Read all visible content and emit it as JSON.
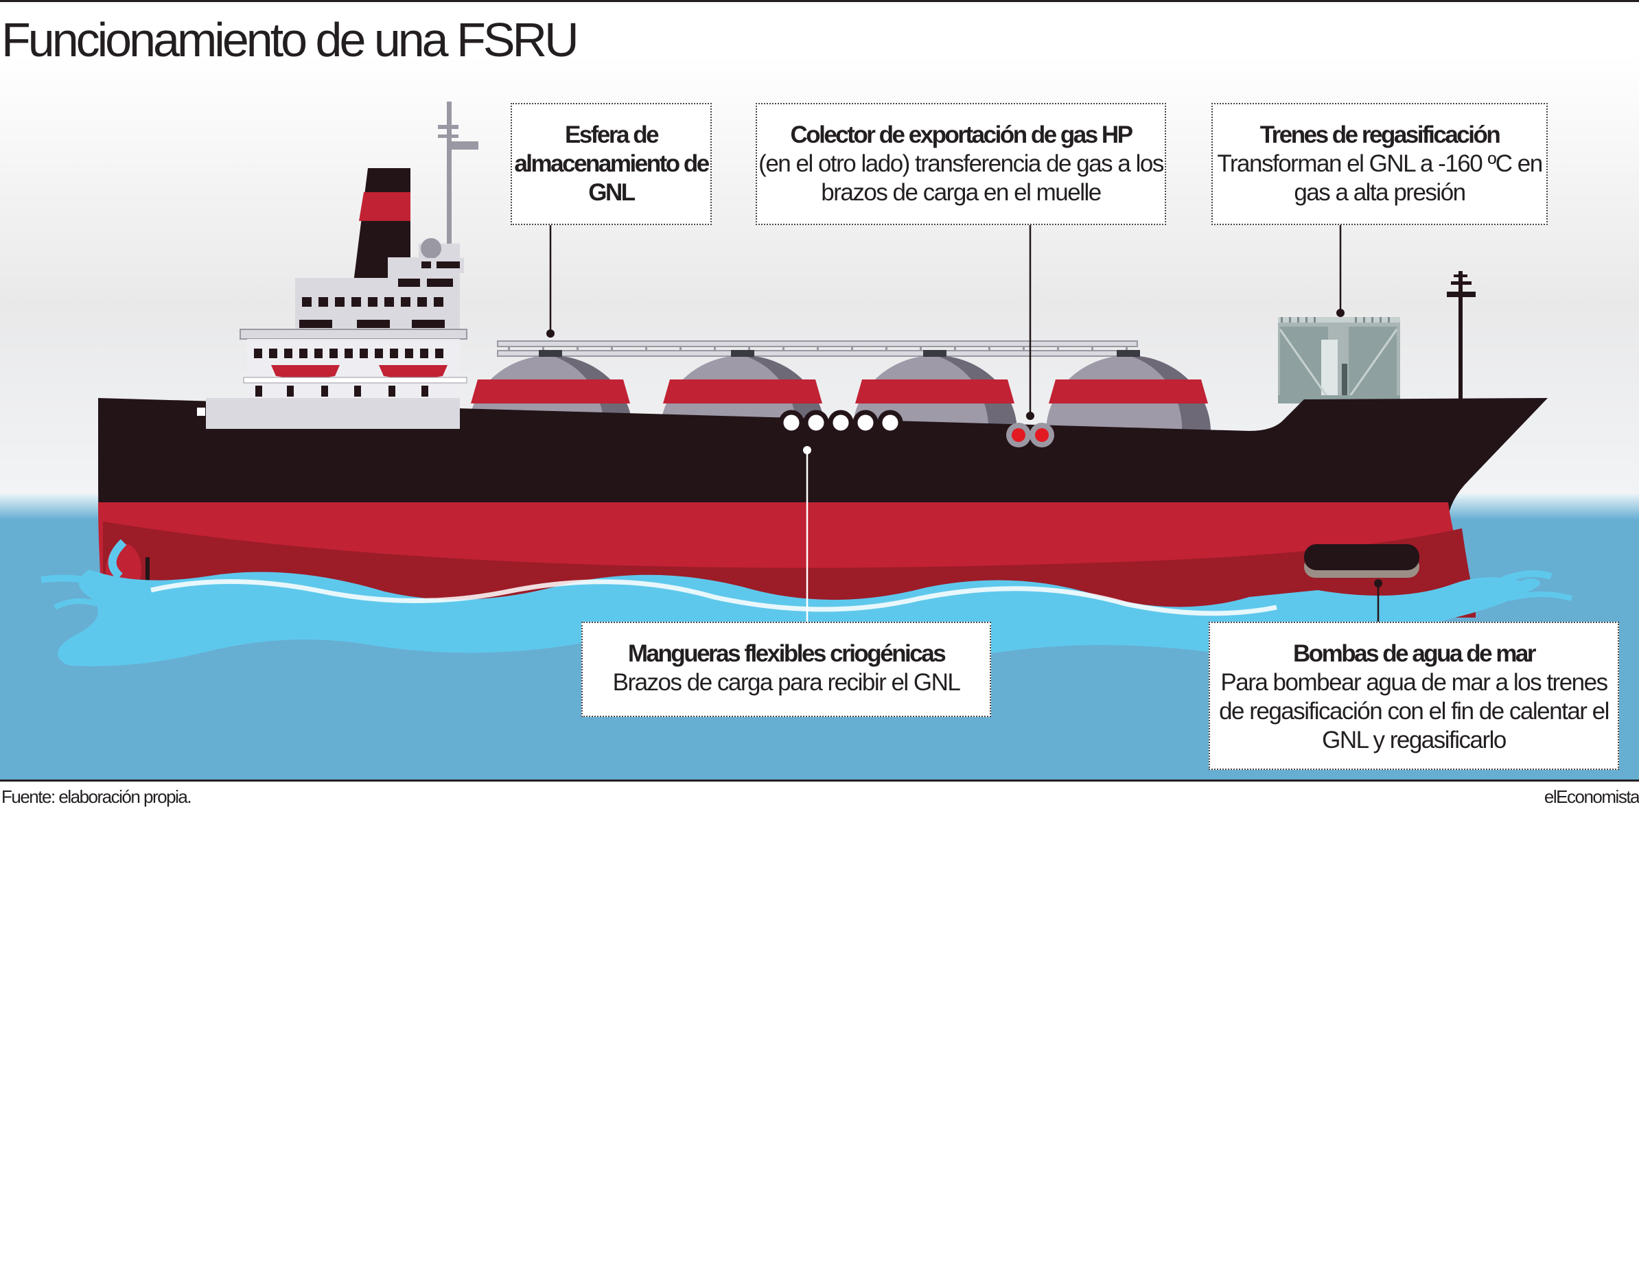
{
  "title": "Funcionamiento de una FSRU",
  "colors": {
    "hull_dark": "#231418",
    "hull_red": "#c12234",
    "hull_red_shadow": "#9c1c28",
    "sphere_grey": "#9e9aa8",
    "sea": "#67aed3",
    "wave": "#5ec8ec"
  },
  "callouts": {
    "sphere": {
      "heading": "Esfera de almacenamiento de GNL",
      "body": ""
    },
    "collector": {
      "heading": "Colector de exportación de gas HP",
      "body": "(en el otro lado) transferencia de gas a los brazos de carga en el muelle"
    },
    "trains": {
      "heading": "Trenes de regasificación",
      "body": "Transforman el GNL a -160 ºC en gas a alta presión"
    },
    "hoses": {
      "heading": "Mangueras flexibles criogénicas",
      "body": "Brazos de carga para recibir el GNL"
    },
    "pumps": {
      "heading": "Bombas de agua de mar",
      "body": "Para bombear agua de mar a los trenes de regasificación con el fin de calentar el GNL y regasificarlo"
    }
  },
  "footer": {
    "source": "Fuente: elaboración propia.",
    "brand": "elEconomista"
  }
}
